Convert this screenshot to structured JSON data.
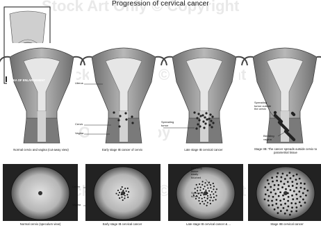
{
  "title": "Progression of cervical cancer",
  "watermark": "Stock Art Only © Copyright",
  "inset": {
    "caption": "AREA OF ENLARGEMENT"
  },
  "top_panels": [
    {
      "caption": "Normal cervix and vagina (cut-away view)"
    },
    {
      "caption": "Early stage IB cancer of cervix"
    },
    {
      "caption": "Late stage IB cervical cancer"
    },
    {
      "caption": "Stage IIB: The cancer spreads outside cervix to parametrial tissue"
    }
  ],
  "top_labels": {
    "uterus": "Uterus",
    "cervix": "Cervix",
    "vagina": "Vagina",
    "spreading_tumor": "Spreading tumor",
    "tumor_outside": "Spreading tumor outside the cervix",
    "bleeding_vagina": "Bleeding vagina"
  },
  "bottom_panels": [
    {
      "caption": "Normal cervix (speculum view)"
    },
    {
      "caption": "Early stage IB cervical cancer"
    },
    {
      "caption": "Late stage IB cervical cancer & ..."
    },
    {
      "caption": "Stage IIB cervical cancer"
    }
  ],
  "bottom_labels": {
    "cervix": "Cervix",
    "vagina": "Vagina",
    "bleeding": "Bleeding tissue easily touched",
    "spreading": "Spreading tumor"
  },
  "colors": {
    "tissue": "#9a9a9a",
    "dark": "#2b2b2b",
    "light": "#d8d8d8"
  }
}
